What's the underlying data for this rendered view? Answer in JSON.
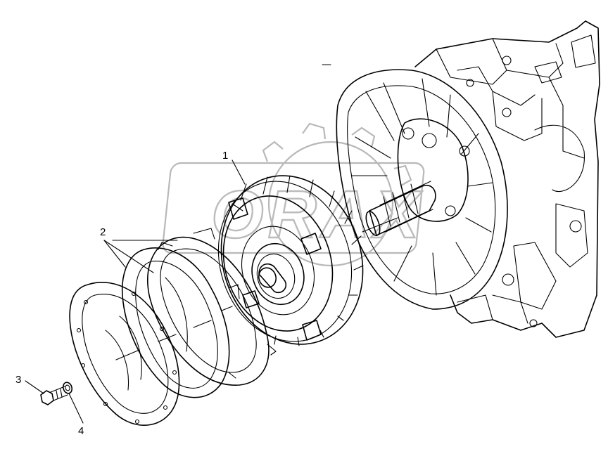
{
  "diagram": {
    "callouts": [
      {
        "id": "1",
        "label": "1"
      },
      {
        "id": "2",
        "label": "2"
      },
      {
        "id": "3",
        "label": "3"
      },
      {
        "id": "4",
        "label": "4"
      }
    ],
    "watermark_text": "ORAX"
  },
  "colors": {
    "line": "#000000",
    "background": "#ffffff",
    "watermark": "#c0c0c0"
  }
}
